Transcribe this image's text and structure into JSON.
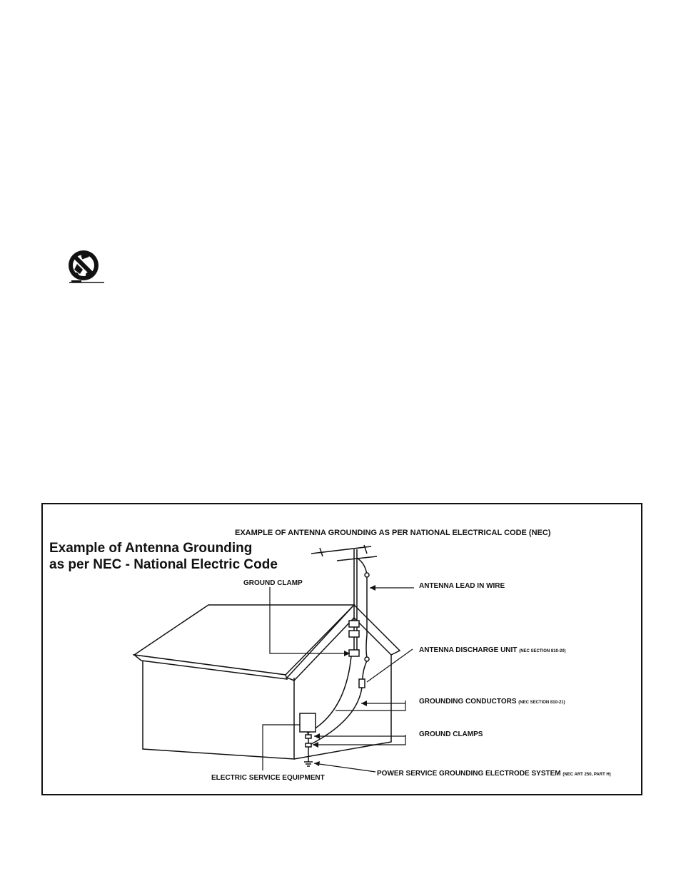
{
  "icons": {
    "cart_warning": "no-cart-tipping-icon"
  },
  "figure": {
    "caption": "EXAMPLE OF ANTENNA GROUNDING AS PER NATIONAL ELECTRICAL CODE (NEC)",
    "heading_line1": "Example of Antenna Grounding",
    "heading_line2": "as per NEC - National Electric Code"
  },
  "labels": {
    "ground_clamp": "GROUND CLAMP",
    "antenna_lead": "ANTENNA LEAD IN WIRE",
    "discharge_unit": "ANTENNA DISCHARGE UNIT",
    "discharge_unit_ref": "(NEC SECTION 810-20)",
    "grounding_conductors": "GROUNDING CONDUCTORS",
    "grounding_conductors_ref": "(NEC SECTION 810-21)",
    "ground_clamps": "GROUND CLAMPS",
    "electric_service": "ELECTRIC SERVICE EQUIPMENT",
    "power_service": "POWER SERVICE GROUNDING ELECTRODE SYSTEM",
    "power_service_ref": "(NEC ART 250, PART H)"
  }
}
